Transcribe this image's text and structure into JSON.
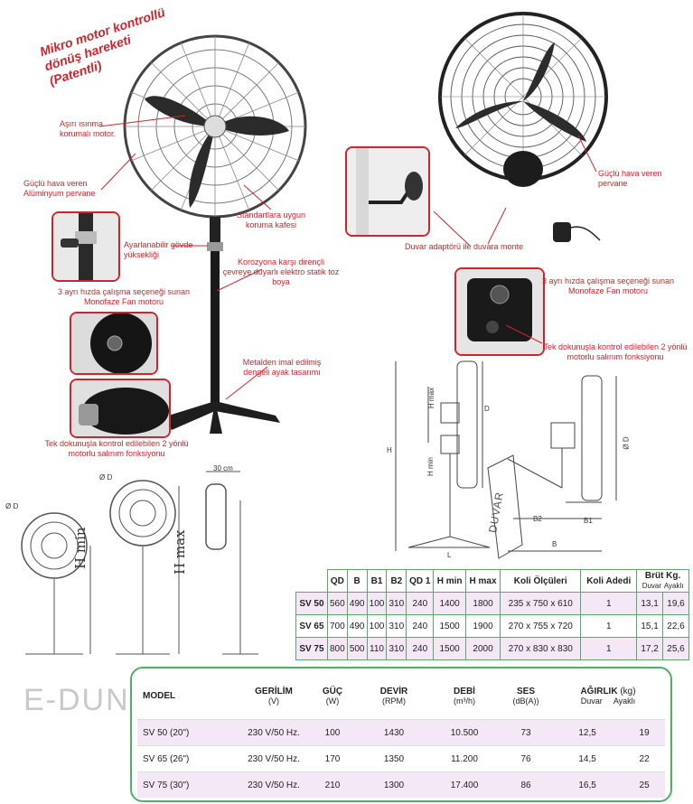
{
  "title": "Mikro motor kontrollü dönüş hareketi (Patentli)",
  "callouts_left": {
    "overheat": "Aşırı ısınma korumalı motor.",
    "aluminum": "Güçlü hava veren Alüminyum pervane",
    "standard_guard": "Standartlara uygun koruma kafesi",
    "adjustable": "Ayarlanabilir gövde yüksekliği",
    "coating": "Korozyona karşı dirençli çevreye duyarlı elektro statik toz boya",
    "speeds": "3 ayrı hızda çalışma seçeneği sunan Monofaze Fan motoru",
    "metal_base": "Metalden imal edilmiş dengeli ayak tasarımı",
    "oscillation": "Tek dokunuşla kontrol edilebilen 2 yönlü motorlu salınım fonksiyonu"
  },
  "callouts_right": {
    "powerful": "Güçlü hava veren pervane",
    "wall_mount": "Duvar adaptörü ile duvara monte",
    "speeds": "3 ayrı hızda çalışma seçeneği sunan Monofaze Fan motoru",
    "oscillation": "Tek dokunuşla kontrol edilebilen 2 yönlü motorlu salınım fonksiyonu"
  },
  "drawing_labels": {
    "phi_d": "Ø D",
    "h_min": "H min",
    "h_max": "H max",
    "cm30": "30 cm",
    "h": "H",
    "d": "D",
    "l": "L",
    "b": "B",
    "b1": "B1",
    "b2": "B2",
    "duvar": "DUVAR"
  },
  "dimensions_table": {
    "headers": [
      "QD",
      "B",
      "B1",
      "B2",
      "QD 1",
      "H min",
      "H max",
      "Koli Ölçüleri",
      "Koli Adedi",
      "Brüt Kg."
    ],
    "brut_sub": [
      "Duvar",
      "Ayaklı"
    ],
    "rows": [
      [
        "SV 50",
        "560",
        "490",
        "100",
        "310",
        "240",
        "1400",
        "1800",
        "235 x 750 x 610",
        "1",
        "13,1",
        "19,6"
      ],
      [
        "SV 65",
        "700",
        "490",
        "100",
        "310",
        "240",
        "1500",
        "1900",
        "270 x 755 x 720",
        "1",
        "15,1",
        "22,6"
      ],
      [
        "SV 75",
        "800",
        "500",
        "110",
        "310",
        "240",
        "1500",
        "2000",
        "270 x 830 x 830",
        "1",
        "17,2",
        "25,6"
      ]
    ]
  },
  "main_table": {
    "headers": [
      {
        "label": "MODEL",
        "unit": ""
      },
      {
        "label": "GERİLİM",
        "unit": "(V)"
      },
      {
        "label": "GÜÇ",
        "unit": "(W)"
      },
      {
        "label": "DEVİR",
        "unit": "(RPM)"
      },
      {
        "label": "DEBİ",
        "unit": "(m³/h)"
      },
      {
        "label": "SES",
        "unit": "(dB(A))"
      },
      {
        "label": "AĞIRLIK",
        "unit": "(kg)"
      }
    ],
    "weight_sub": [
      "Duvar",
      "Ayaklı"
    ],
    "rows": [
      [
        "SV 50 (20\")",
        "230 V/50 Hz.",
        "100",
        "1430",
        "10.500",
        "73",
        "12,5",
        "19"
      ],
      [
        "SV 65 (26\")",
        "230 V/50 Hz.",
        "170",
        "1350",
        "11.200",
        "76",
        "14,5",
        "22"
      ],
      [
        "SV 75 (30\")",
        "230 V/50 Hz.",
        "210",
        "1300",
        "17.400",
        "86",
        "16,5",
        "25"
      ]
    ]
  },
  "watermark": "E-DUNDAR.COM",
  "colors": {
    "accent": "#d2232a",
    "table_border": "#4fb064",
    "row_tint": "#f5e8f6"
  }
}
